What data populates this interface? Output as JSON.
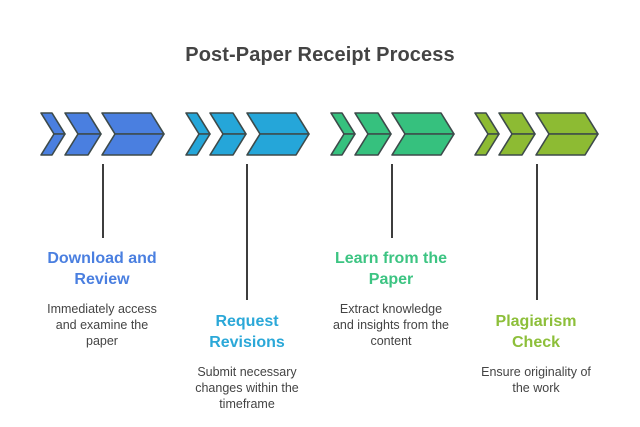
{
  "title": "Post-Paper Receipt Process",
  "steps": [
    {
      "title": "Download and Review",
      "description": "Immediately access and examine the paper",
      "color": "#4a7fe0",
      "text_color": "#4a7fe0",
      "icon": "chevron-arrow-icon"
    },
    {
      "title": "Request Revisions",
      "description": "Submit necessary changes within the timeframe",
      "color": "#25a6d9",
      "text_color": "#2ba8d8",
      "icon": "chevron-arrow-icon"
    },
    {
      "title": "Learn from the Paper",
      "description": "Extract knowledge and insights from the content",
      "color": "#36c17e",
      "text_color": "#3cc482",
      "icon": "chevron-arrow-icon"
    },
    {
      "title": "Plagiarism Check",
      "description": "Ensure originality of the work",
      "color": "#8dbb33",
      "text_color": "#8dbf3a",
      "icon": "chevron-arrow-icon"
    }
  ],
  "stroke_color": "#3d4a4a"
}
